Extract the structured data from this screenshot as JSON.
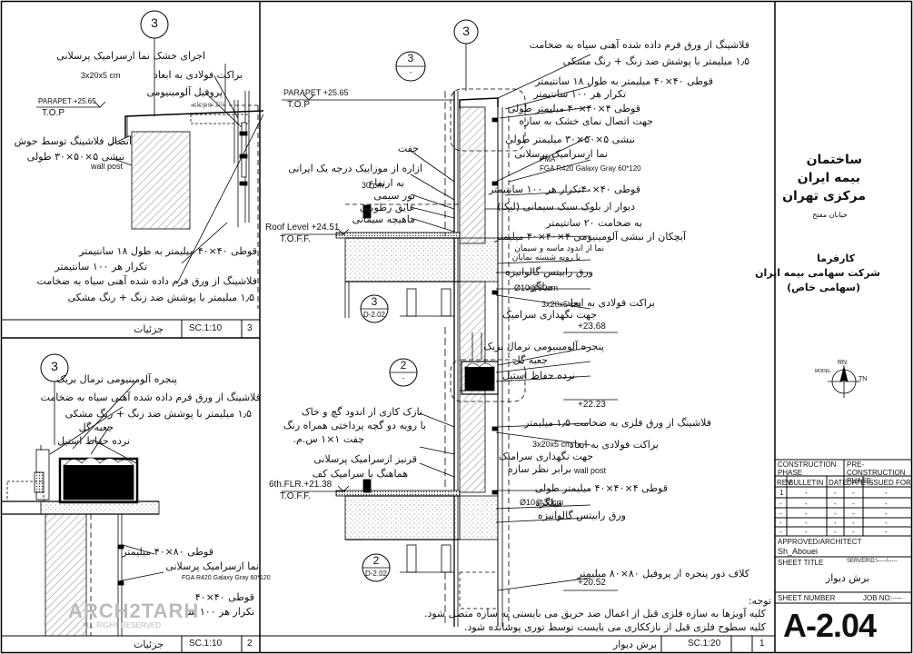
{
  "detail_top_left": {
    "marker": "3",
    "notes": [
      "اجرای خشک نما ازسرامیک پرسلانی",
      "براکت فولادی به ابعاد",
      "3x20x5 cm",
      "پروفیل آلومینیومی",
      "slope 3%",
      "اتصال فلاشینگ توسط جوش",
      "نبشی ۵×۵۰×۳۰ طولی",
      "wall post",
      "قوطی ۴۰×۴۰ میلیمتر به طول ۱۸ سانتیمتر",
      "تکرار هر ۱۰۰ سانتیمتر",
      "فلاشینگ از ورق فرم داده شده آهنی سیاه به ضخامت",
      "۱٫۵ میلیمتر با پوشش ضد زنگ + رنگ مشکی"
    ],
    "level_label": "PARAPET +25.65",
    "level_sub": "T.O.P",
    "title": "جزئیات",
    "scale": "SC.1:10",
    "number": "3"
  },
  "detail_bottom_left": {
    "marker": "3",
    "notes": [
      "پنجره آلومینیومی  ترمال بریک",
      "فلاشینگ از ورق فرم داده شده آهنی سیاه به ضخامت",
      "۱٫۵ میلیمتر با پوشش ضد زنگ + رنگ مشکی",
      "جعبه گل",
      "نرده حفاظ استیل",
      "قوطی ۸۰×۴۰ میلیمتر",
      "نما ازسرامیک پرسلانی",
      "FGA R420 Galaxy Gray 60*120",
      "قوطی ۴۰×۴۰",
      "تکرار هر ۱۰۰ سا"
    ],
    "title": "جزئیات",
    "scale": "SC.1:10",
    "number": "2",
    "watermark": "ARCH2TARH",
    "watermark_sub": "ALL RIGHT RESERVED"
  },
  "section": {
    "markers": [
      {
        "top": "3",
        "bottom": ""
      },
      {
        "top": "3",
        "bottom": "-"
      },
      {
        "top": "3",
        "bottom": "D-2.02"
      },
      {
        "top": "2",
        "bottom": "-"
      },
      {
        "top": "2",
        "bottom": "D-2.02"
      }
    ],
    "levels": [
      {
        "label": "PARAPET +25.65",
        "sub": "T.O.P"
      },
      {
        "label": "Roof  Level +24.51",
        "sub": "T.O.F.F."
      },
      {
        "label": "6th.FLR.+21.38",
        "sub": "T.O.F.F."
      },
      {
        "label": "+23.68",
        "sub": ""
      },
      {
        "label": "+22.23",
        "sub": ""
      },
      {
        "label": "+20.52",
        "sub": ""
      }
    ],
    "right_notes": [
      "فلاشینگ از ورق فرم داده شده آهنی سیاه به ضخامت",
      "۱٫۵ میلیمتر با پوشش ضد زنگ + رنگ مشکی",
      "قوطی ۴۰×۴۰ میلیمتر به طول ۱۸ سانتیمتر",
      "تکرار هر ۱۰۰ سانتیمتر",
      "قوطی ۴×۴۰×۴۰ میلیمتر طولی",
      "جهت اتصال نمای خشک به سازه",
      "نبشی ۵×۵۰×۳۰ میلیمتر طولی",
      "نما ازسرامیک پرسلانی",
      "PMA",
      "FGA R420 Galaxy Gray 60*120",
      "قوطی ۴۰×۴۰تکرار هر ۱۰۰ سانتیمتر",
      "دیوار از بلوک سبک سیمانی (لیکا)",
      "به ضخامت ۲۰ سانتیمتر",
      "آبچکان از نبشی آلومینیومی ۴×۴۰×۴۰ میلیمتر",
      "نما از اندود ماسه و سیمان",
      "با رویه شسته نمایان",
      "ورق رابیتس گالوانیزه",
      "میلگرد",
      "Ø10@30cm",
      "براکت فولادی به ابعاد",
      "3x20x5 cm",
      "جهت نگهداری سرامیک",
      "پنجره آلومینیومی  ترمال بریک",
      "جعبه گل",
      "نرده حفاظ استیل",
      "فلاشینگ از ورق فلزی به ضخامت ۱٫۵ میلیمتر",
      "براکت فولادی به ابعاد",
      "3x20x5 cm",
      "جهت نگهداری سرامیک",
      "برابر نظر سازه",
      "wall post",
      "قوطی ۴×۴۰×۴۰ میلیمتر طولی",
      "میلگرد",
      "Ø10@30cm",
      "ورق رابیتس گالوانیزه",
      "کلاف دور پنجره  از پروفیل ۸۰×۸۰ میلیمتر"
    ],
    "left_notes": [
      "جفت",
      "ازاره از موزاییک درجه یک ایرانی",
      "به ارتفاع",
      "30 cm",
      "تور سیمی",
      "عایق رطوبتی",
      "ماهیچه سیمانی",
      "نازک کاری از اندود گچ و خاک",
      "با رویه دو گچه پرداختی همراه رنگ",
      "چفت ۱×۱ س.م.",
      "قرنیز ازسرامیک پرسلانی",
      "هماهنگ با سرامیک کف"
    ],
    "general_notes_title": "توجه:",
    "general_notes": [
      "کلیه آویزها به سازه فلزی قبل از اعمال ضد حریق می بایستی به سازه متصل شود.",
      "کلیه سطوح فلزی قبل از نازککاری می بایست توسط توری پوشانده شود."
    ],
    "number": "1",
    "scale": "SC.1:20",
    "title": "برش دیوار"
  },
  "title_block": {
    "project_lines": [
      "ساختمان",
      "بیمه ایران",
      "مرکزی تهران"
    ],
    "address": "خیابان مفتح",
    "client_lines": [
      "کارفرما",
      "شرکت سهامی بیمه ایران",
      "(سهامی خاص)"
    ],
    "north_labels": [
      "RN",
      "TN",
      "MODEL"
    ],
    "phase_headers": [
      "CONSTRUCTION PHASE",
      "PRE-CONSTRUCTION PHASE"
    ],
    "table_headers": [
      "REV.",
      "BULLETIN",
      "DATE",
      "DATE",
      "ISSUED FOR"
    ],
    "table_rows": [
      [
        "1",
        "-",
        "-",
        "-",
        "-"
      ],
      [
        "-",
        "-",
        "-",
        "-",
        "-"
      ],
      [
        "-",
        "-",
        "-",
        "-",
        "-"
      ],
      [
        "-",
        "-",
        "-",
        "-",
        "-"
      ],
      [
        "-",
        "-",
        "-",
        "-",
        "-"
      ]
    ],
    "approved_label": "APPROVED/ARCHITECT",
    "architect": "Sh_Abouei",
    "sheet_title_label": "SHEET TITLE",
    "server_label": "SERVER\\D:\\-----\\-----",
    "sheet_title": "برش دیوار",
    "sheet_number_label": "SHEET NUMBER",
    "job_no_label": "JOB NO:----",
    "sheet_number": "A-2.04"
  }
}
